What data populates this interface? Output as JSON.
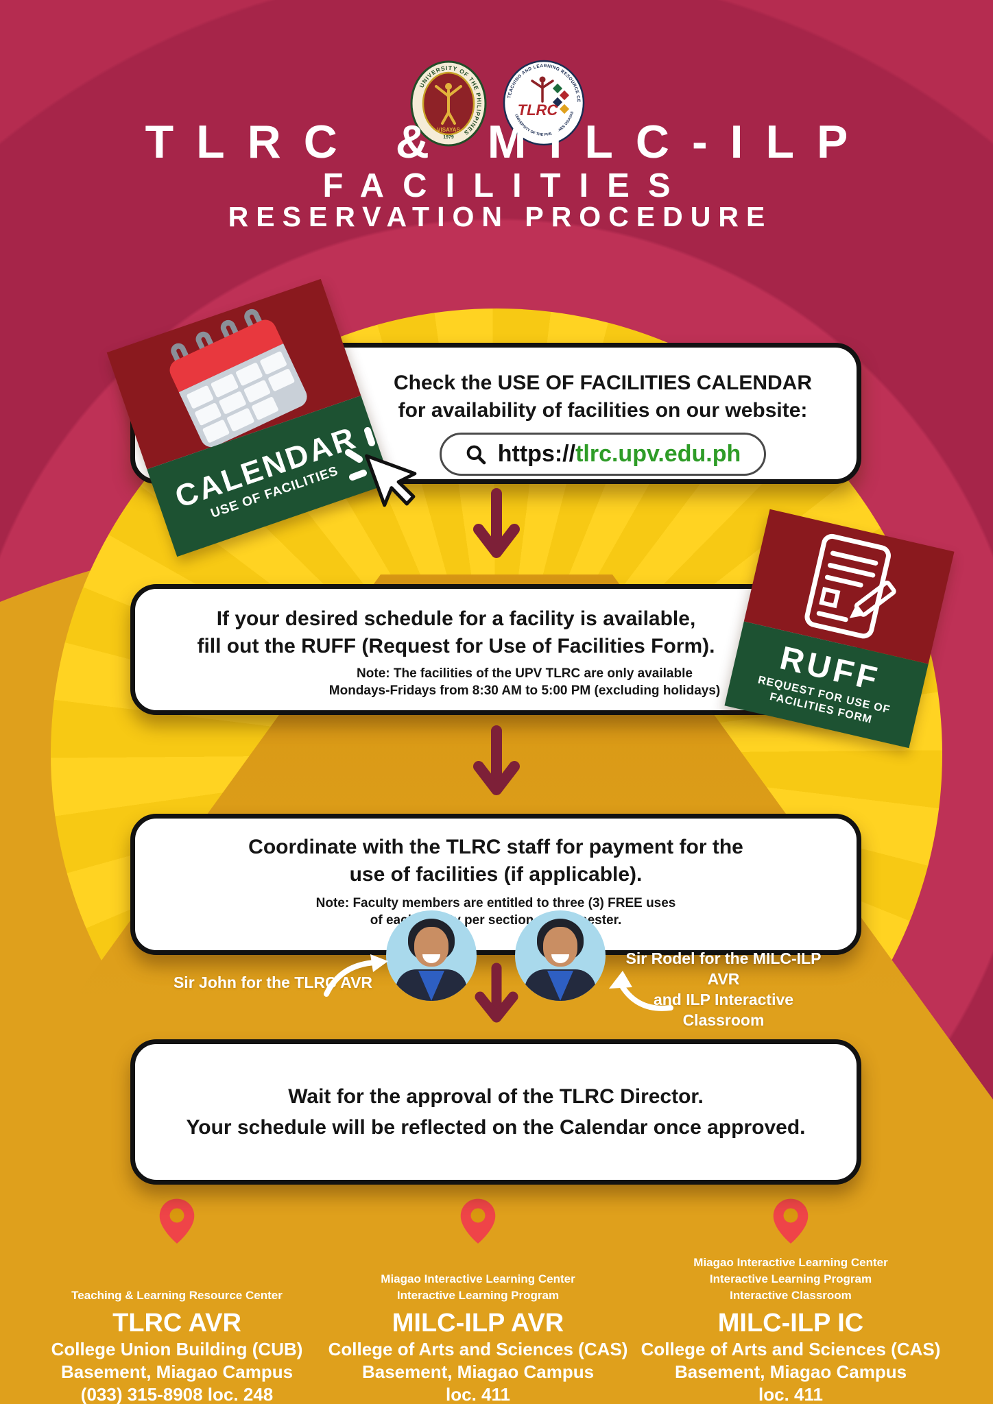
{
  "colors": {
    "crimson": "#BE3156",
    "crimson_dark_band": "#A62549",
    "crimson_outer": "#B52C50",
    "sun_yellow": "#FFD322",
    "sun_ray": "#F7C914",
    "amber": "#DFA01C",
    "pyramid_dark": "#C98E10",
    "flow_arrow_maroon": "#7D2038",
    "sticker_maroon": "#8A191E",
    "sticker_green": "#1D5232",
    "url_green": "#2E9C27",
    "pin_red": "#EF4448",
    "avatar_bg": "#A9D9EC",
    "box_border": "#121212"
  },
  "header": {
    "title": "TLRC & MILC-ILP",
    "subtitle1": "FACILITIES",
    "subtitle2": "RESERVATION PROCEDURE",
    "up_seal_ring_text": "UNIVERSITY OF THE PHILIPPINES",
    "up_seal_place": "VISAYAS",
    "up_seal_year": "1979",
    "tlrc_ring_text_top": "TEACHING AND LEARNING RESOURCE CENTER",
    "tlrc_ring_text_bottom": "UNIVERSITY OF THE PHILIPPINES VISAYAS",
    "tlrc_letters": "TLRC"
  },
  "step1": {
    "line1": "Check the USE OF FACILITIES CALENDAR",
    "line2": "for availability of facilities on our website:",
    "url_prefix": "https://",
    "url_domain": "tlrc.upv.edu.ph",
    "sticker_title": "CALENDAR",
    "sticker_subtitle": "USE OF FACILITIES"
  },
  "step2": {
    "line1": "If your desired schedule for a facility is available,",
    "line2": "fill out the RUFF (Request for Use of Facilities Form).",
    "note1": "Note: The facilities of the UPV TLRC are only available",
    "note2": "Mondays-Fridays from 8:30 AM to 5:00 PM (excluding holidays)",
    "sticker_title": "RUFF",
    "sticker_sub1": "REQUEST FOR USE OF",
    "sticker_sub2": "FACILITIES FORM"
  },
  "step3": {
    "line1": "Coordinate with the TLRC staff for payment for the",
    "line2": "use of facilities (if applicable).",
    "note1": "Note: Faculty members are entitled to three (3) FREE uses",
    "note2": "of each facility per section per semester.",
    "caption_left": "Sir John for the TLRC AVR",
    "caption_right1": "Sir Rodel for the MILC-ILP AVR",
    "caption_right2": "and ILP Interactive Classroom"
  },
  "step4": {
    "line1": "Wait for the approval of the TLRC Director.",
    "line2": "Your schedule will be reflected on the Calendar once approved."
  },
  "locations": [
    {
      "org_lines": [
        "Teaching & Learning Resource Center"
      ],
      "name": "TLRC AVR",
      "addr_lines": [
        "College Union Building (CUB)",
        "Basement, Miagao Campus",
        "(033) 315-8908 loc. 248"
      ]
    },
    {
      "org_lines": [
        "Miagao Interactive Learning Center",
        "Interactive Learning Program"
      ],
      "name": "MILC-ILP AVR",
      "addr_lines": [
        "College of Arts and Sciences (CAS)",
        "Basement, Miagao Campus",
        "loc. 411"
      ]
    },
    {
      "org_lines": [
        "Miagao Interactive Learning Center",
        "Interactive Learning Program",
        "Interactive Classroom"
      ],
      "name": "MILC-ILP IC",
      "addr_lines": [
        "College of Arts and Sciences (CAS)",
        "Basement, Miagao Campus",
        "loc. 411"
      ]
    }
  ]
}
